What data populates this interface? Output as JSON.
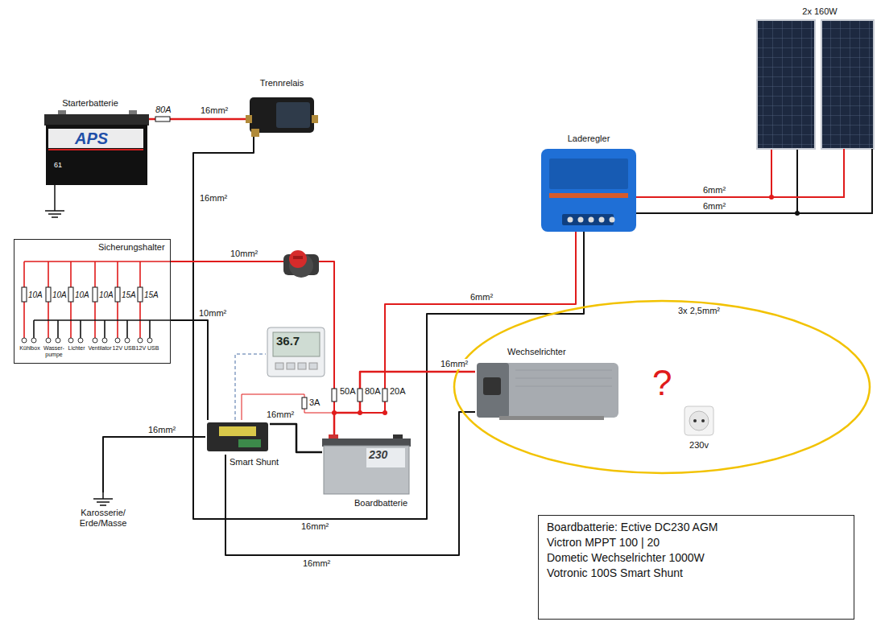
{
  "diagram": {
    "nodes": [
      {
        "text": [
          "Starterbatterie",
          "APS",
          "61"
        ]
      },
      {
        "text": [
          "Trennrelais"
        ]
      },
      {
        "text": [
          "2x 160W"
        ]
      },
      {
        "text": [
          "Laderegler"
        ]
      },
      {
        "text": [
          "Sicherungshalter",
          "10A",
          "10A",
          "10A",
          "10A",
          "15A",
          "15A",
          "Kühlbox",
          "Wasser- pumpe",
          "Lichter",
          "Ventilator",
          "12V USB",
          "12V USB"
        ]
      },
      {
        "text": [
          "3x 2,5mm²",
          "?"
        ]
      },
      {
        "text": [
          "36.7"
        ]
      },
      {
        "text": [
          "Wechselrichter"
        ],
        "in": 5
      },
      {
        "text": [
          "230v"
        ],
        "in": 5
      },
      {
        "text": [
          "Smart Shunt"
        ]
      },
      {
        "text": [
          "230",
          "Boardbatterie"
        ]
      },
      {
        "text": [
          "Karosserie/ Erde/Masse"
        ]
      },
      {
        "text": [
          "Boardbatterie: Ective DC230 AGM",
          "Victron MPPT 100 | 20",
          "Dometic Wechselrichter 1000W",
          "Votronic 100S Smart Shunt"
        ]
      }
    ],
    "edges": [
      {
        "from": 0,
        "to": 1,
        "arrow": "none",
        "label": "16mm²"
      },
      {
        "from": 1,
        "to": 3,
        "arrow": "none",
        "label": "16mm²"
      },
      {
        "from": 2,
        "to": 3,
        "arrow": "none",
        "label": "6mm²"
      },
      {
        "from": 2,
        "to": 3,
        "arrow": "none",
        "label": "6mm²"
      },
      {
        "from": 3,
        "to": 10,
        "arrow": "none",
        "label": "6mm²"
      },
      {
        "from": 10,
        "to": 7,
        "arrow": "none",
        "label": "16mm²"
      },
      {
        "from": 10,
        "to": 4,
        "arrow": "none",
        "label": "10mm²"
      },
      {
        "from": 4,
        "to": 9,
        "arrow": "none",
        "label": "10mm²"
      },
      {
        "from": 9,
        "to": 10,
        "arrow": "none",
        "label": "16mm²"
      },
      {
        "from": 9,
        "to": 11,
        "arrow": "none",
        "label": "16mm²"
      },
      {
        "from": 9,
        "to": 7,
        "arrow": "none",
        "label": "16mm²"
      },
      {
        "from": 9,
        "to": 6,
        "arrow": "none"
      },
      {
        "from": 9,
        "to": 10,
        "arrow": "none"
      }
    ],
    "labels": [
      "80A",
      "16mm²",
      "50A",
      "80A",
      "20A",
      "3A"
    ]
  }
}
